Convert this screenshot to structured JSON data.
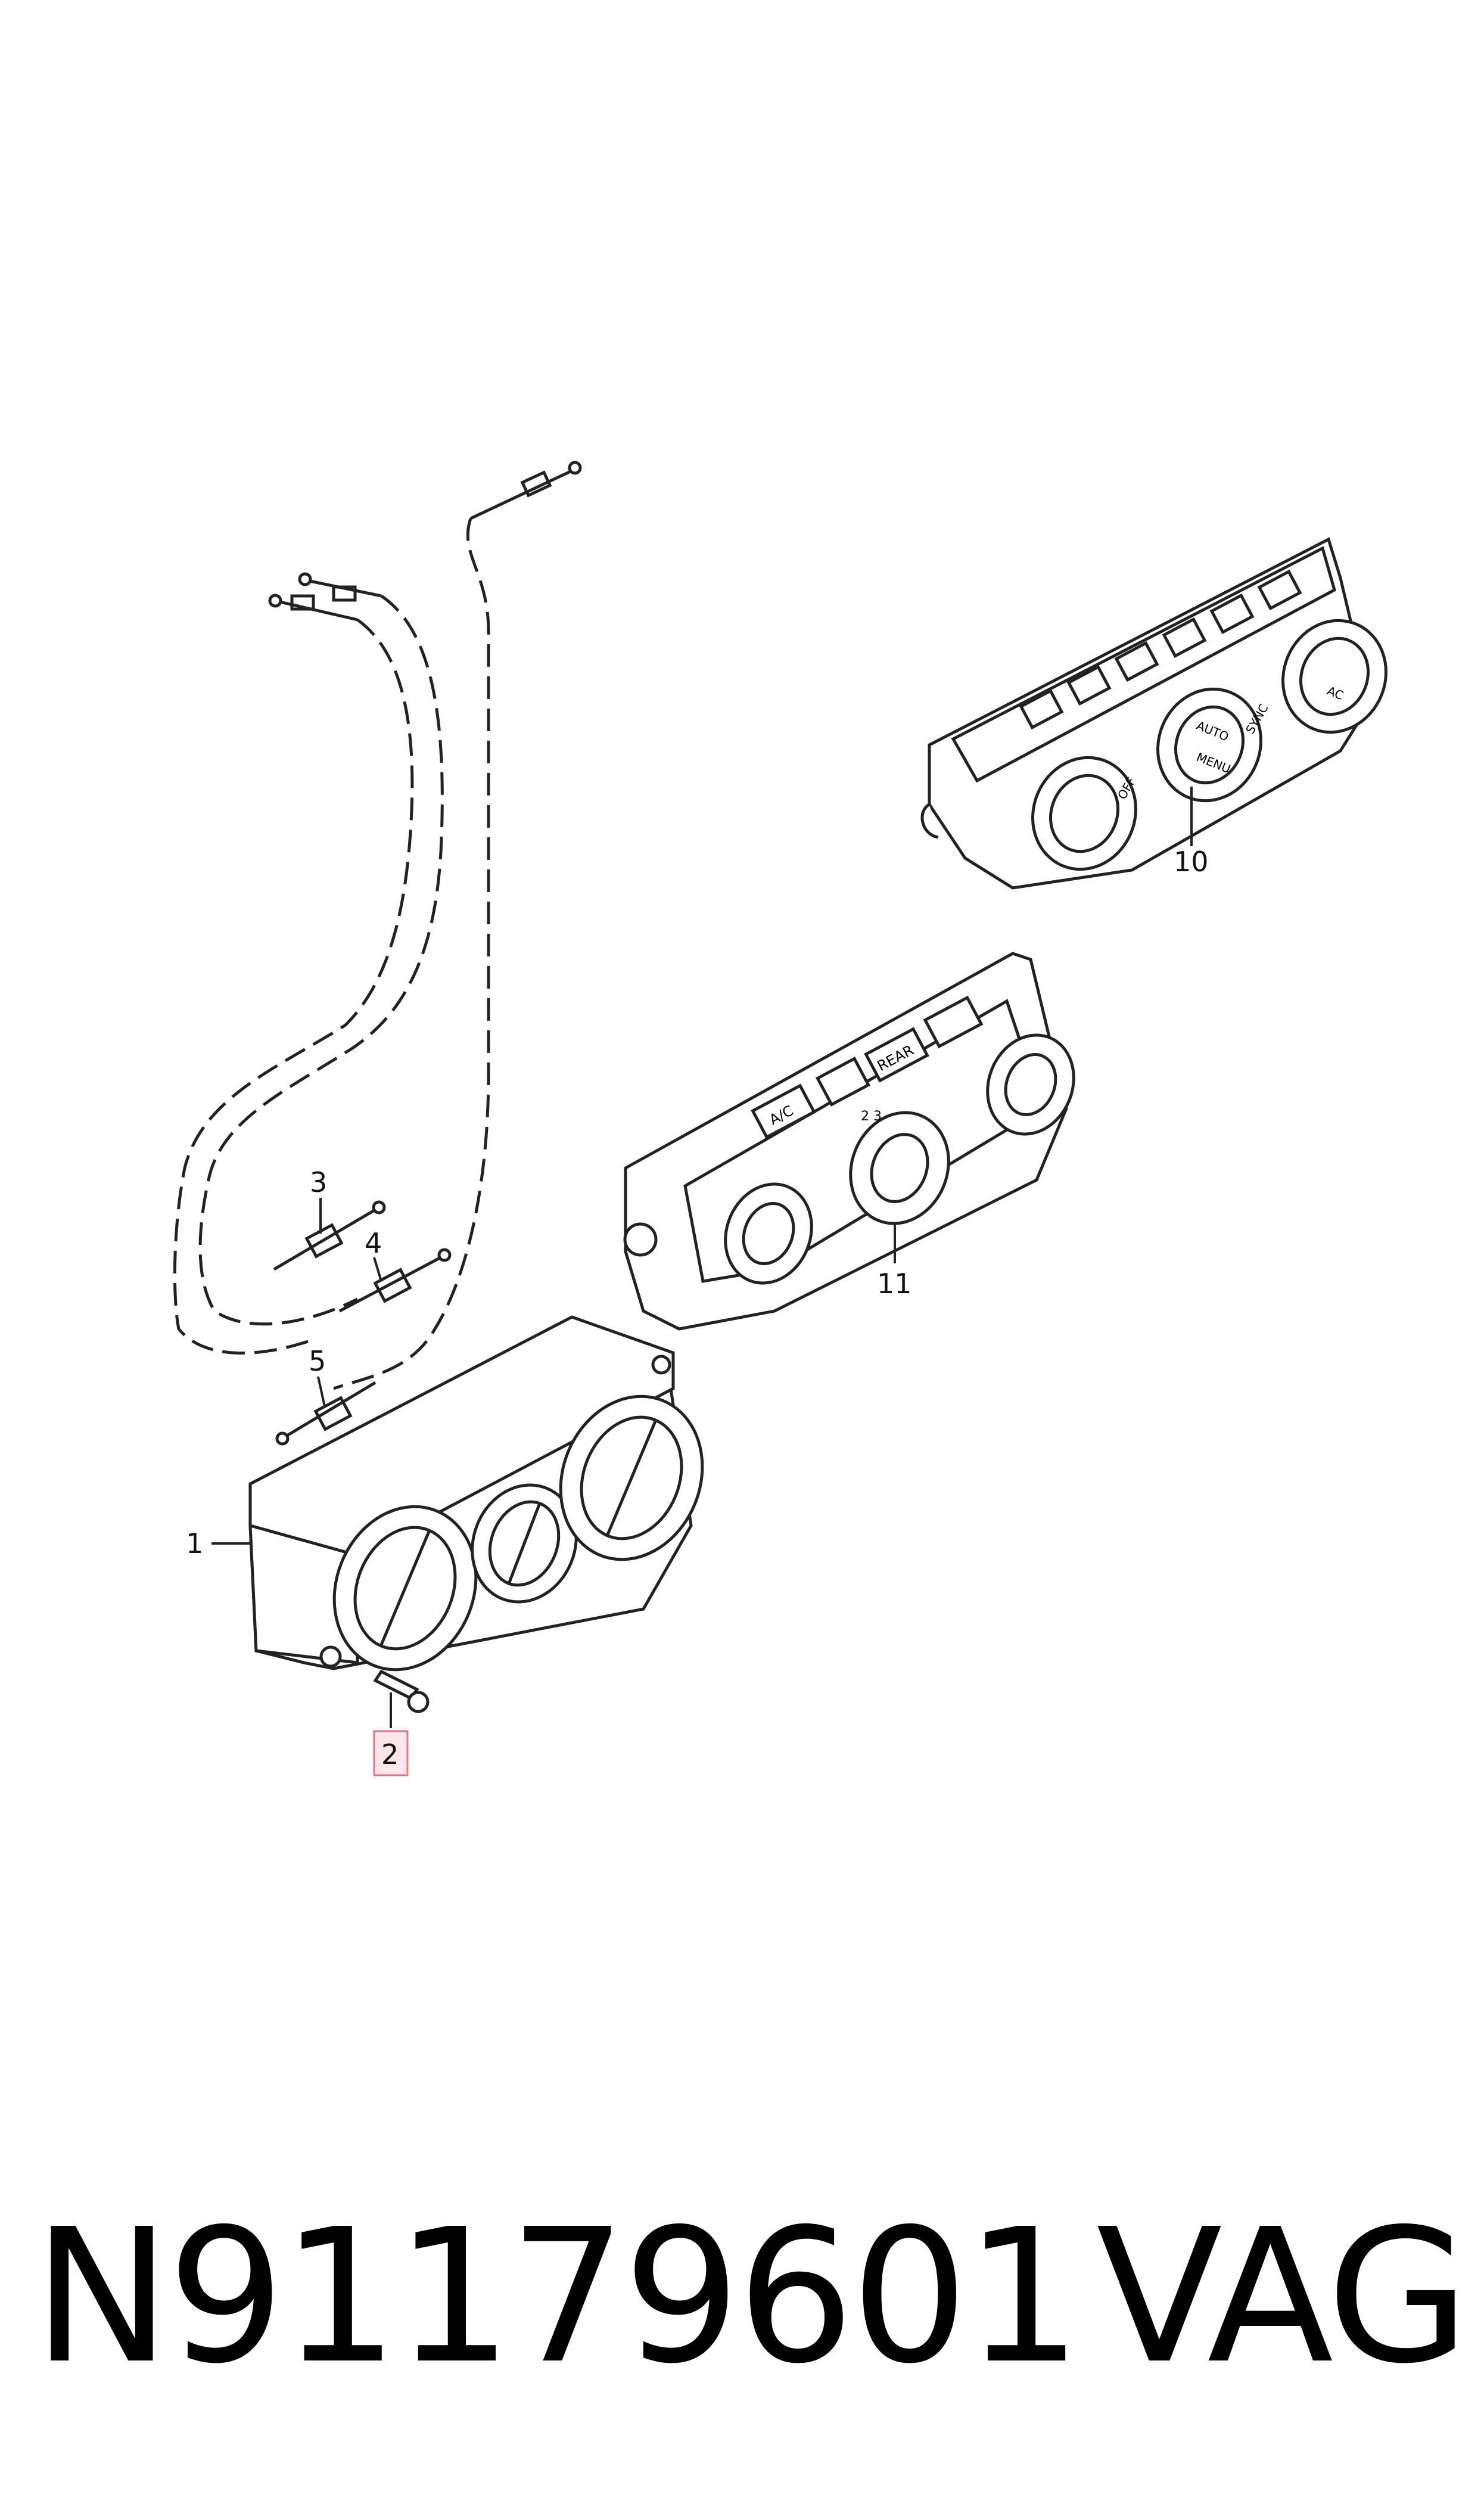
{
  "callouts": {
    "c1": "1",
    "c2": "2",
    "c3": "3",
    "c4": "4",
    "c5": "5",
    "c10": "10",
    "c11": "11"
  },
  "panel_labels": {
    "ac": "A/C",
    "rear": "REAR",
    "auto": "AUTO",
    "menu": "MENU",
    "off": "OFF",
    "sync": "SYNC",
    "ac_small": "AC",
    "knob_marks": "2 3"
  },
  "footer": {
    "part_number": "N91179601",
    "brand": "VAG"
  },
  "colors": {
    "line": "#222222",
    "highlight_box": "#e57388",
    "highlight_fill": "#fde6ea"
  }
}
